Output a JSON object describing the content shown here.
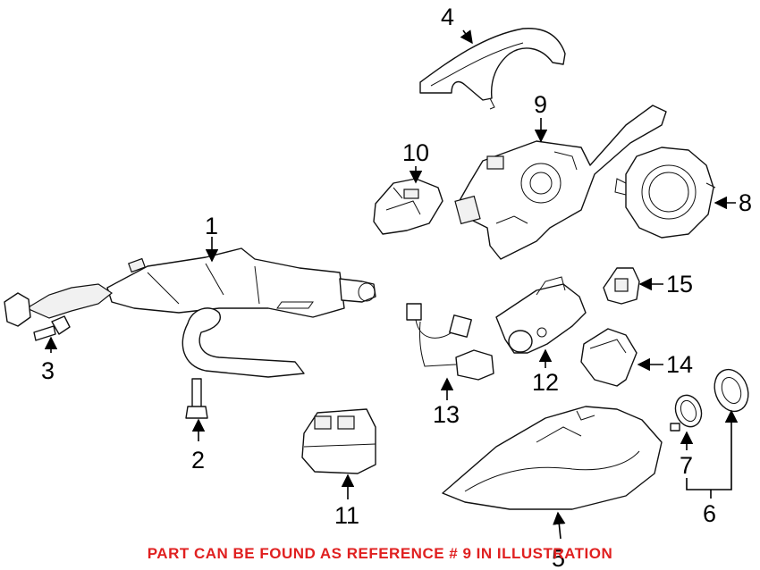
{
  "footer": {
    "note": "PART CAN BE FOUND AS REFERENCE # 9 IN ILLUSTRATION",
    "note_color": "#e02020"
  },
  "callouts": {
    "c1": "1",
    "c2": "2",
    "c3": "3",
    "c4": "4",
    "c5": "5",
    "c6": "6",
    "c7": "7",
    "c8": "8",
    "c9": "9",
    "c10": "10",
    "c11": "11",
    "c12": "12",
    "c13": "13",
    "c14": "14",
    "c15": "15"
  },
  "colors": {
    "line": "#111111",
    "background": "#ffffff"
  }
}
